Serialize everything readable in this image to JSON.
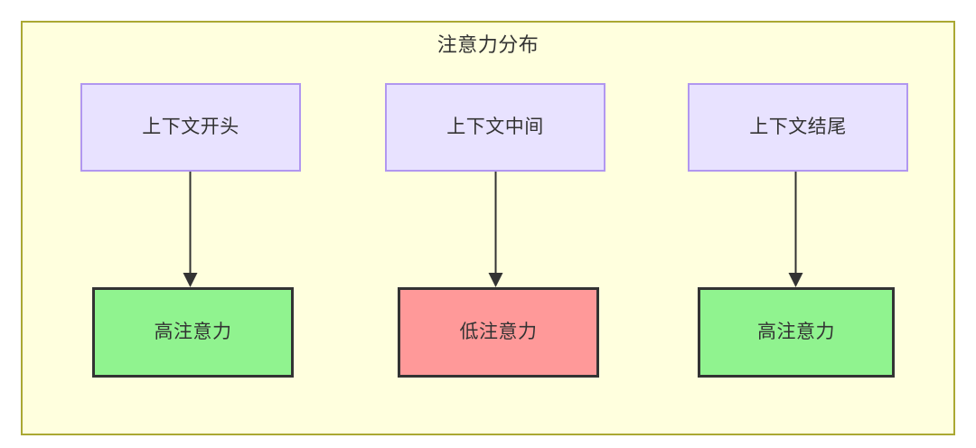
{
  "diagram": {
    "title": "注意力分布",
    "frame": {
      "fill_color": "#ffffde",
      "border_color": "#aaa833"
    },
    "context_nodes": [
      {
        "id": "context-start",
        "label": "上下文开头",
        "fill_color": "#e8e2ff",
        "border_color": "#b197f0"
      },
      {
        "id": "context-middle",
        "label": "上下文中间",
        "fill_color": "#e8e2ff",
        "border_color": "#b197f0"
      },
      {
        "id": "context-end",
        "label": "上下文结尾",
        "fill_color": "#e8e2ff",
        "border_color": "#b197f0"
      }
    ],
    "attention_nodes": [
      {
        "id": "attention-high-start",
        "label": "高注意力",
        "fill_color": "#90f38f",
        "border_color": "#333333"
      },
      {
        "id": "attention-low-middle",
        "label": "低注意力",
        "fill_color": "#ff9999",
        "border_color": "#333333"
      },
      {
        "id": "attention-high-end",
        "label": "高注意力",
        "fill_color": "#90f38f",
        "border_color": "#333333"
      }
    ],
    "edges": [
      {
        "from": "context-start",
        "to": "attention-high-start",
        "label": ""
      },
      {
        "from": "context-middle",
        "to": "attention-low-middle",
        "label": ""
      },
      {
        "from": "context-end",
        "to": "attention-high-end",
        "label": ""
      }
    ],
    "edge_color": "#333333"
  }
}
